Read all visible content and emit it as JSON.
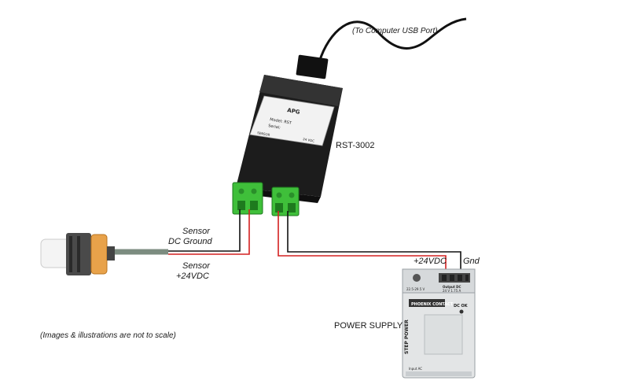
{
  "labels": {
    "usb": "(To Computer USB Port)",
    "device": "RST-3002",
    "sensor_ground_1": "Sensor",
    "sensor_ground_2": "DC Ground",
    "sensor_24_1": "Sensor",
    "sensor_24_2": "+24VDC",
    "psu_plus": "+24VDC",
    "psu_gnd": "Gnd",
    "power_supply": "POWER SUPPLY",
    "note": "(Images & illustrations are not to scale)"
  },
  "device_face": {
    "brand": "APG",
    "model_label": "Model: RST",
    "serial_label": "Serial:",
    "left_terminal": "SENSOR",
    "right_terminal": "24 VDC"
  },
  "psu_face": {
    "brand": "PHOENIX CONTACT",
    "series": "STEP POWER",
    "dc_ok": "DC OK",
    "output": "Output DC",
    "output_spec": "24 V  1.75 A",
    "input": "Input AC",
    "adjust": "22.5-29.5 V"
  },
  "colors": {
    "wire_red": "#d42020",
    "wire_black": "#111111",
    "device_body": "#1c1c1c",
    "terminal_green": "#3fbf3a",
    "psu_body": "#e3e5e6",
    "sensor_orange": "#e8a24a"
  }
}
